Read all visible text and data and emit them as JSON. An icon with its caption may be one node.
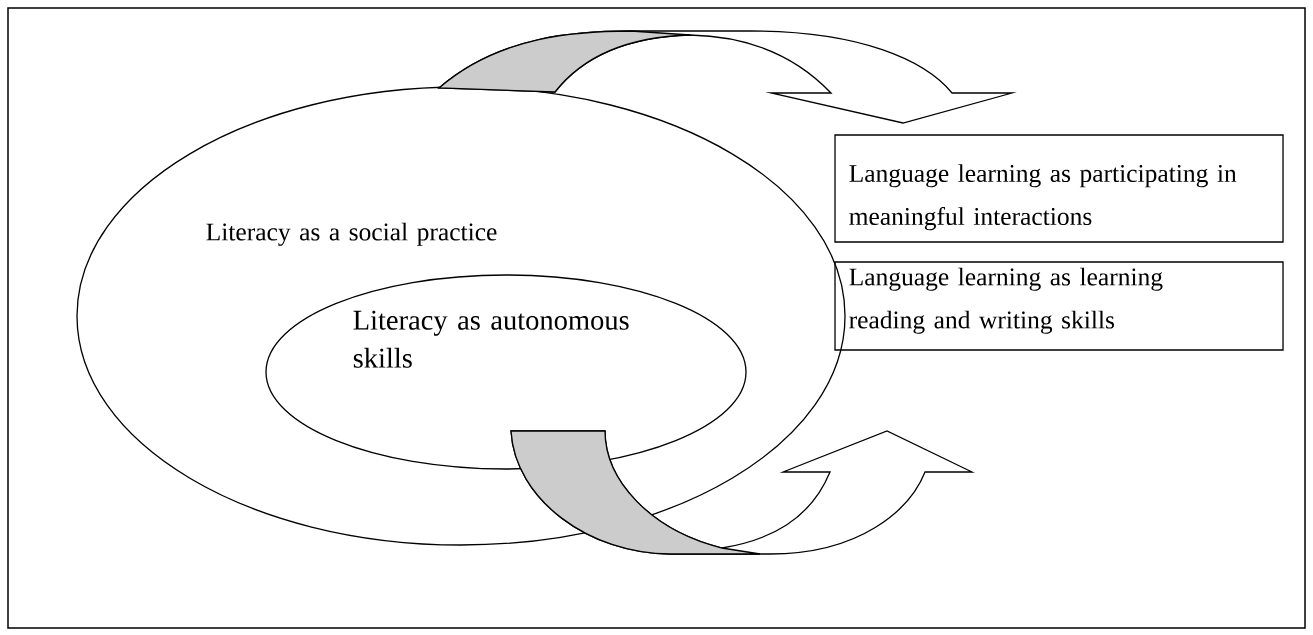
{
  "diagram": {
    "nodes": [
      {
        "text": [
          "Literacy as a social practice"
        ]
      },
      {
        "text": [
          "Literacy as autonomous skills"
        ],
        "in": 0
      },
      {
        "text": [
          "Language learning as participating in meaningful interactions"
        ]
      },
      {
        "text": [
          "Language learning as learning reading and writing skills"
        ]
      }
    ],
    "edges": [
      {
        "from": 0,
        "to": 2,
        "arrow": "to"
      },
      {
        "from": 1,
        "to": 3,
        "arrow": "to"
      }
    ]
  }
}
